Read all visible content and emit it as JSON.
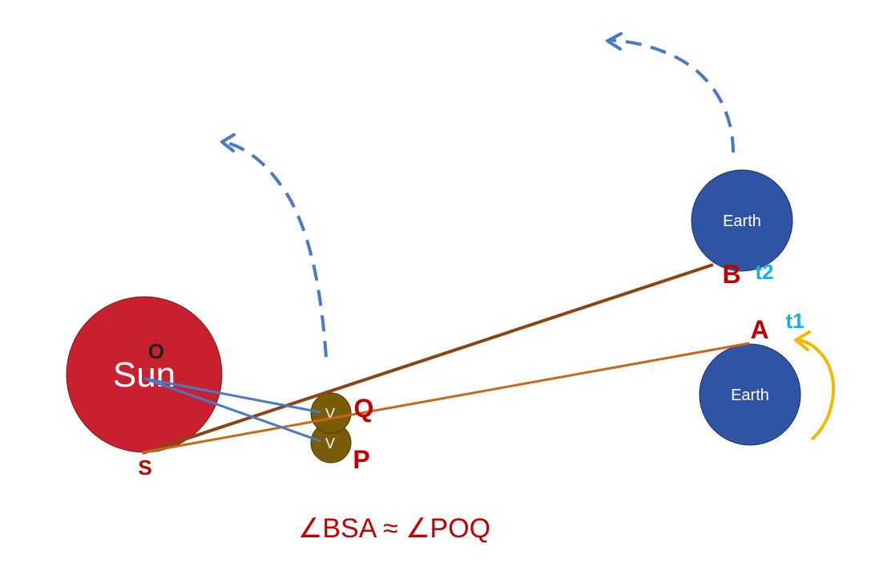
{
  "colors": {
    "sun_fill": "#c8202f",
    "earth_fill": "#2e54a3",
    "venus_fill": "#7a5c08",
    "orbit_arrow": "#4a78c8",
    "line_sb": "#8b4513",
    "line_sa": "#c8661a",
    "sight_lines": "#4a78c8",
    "earth_rotation_arrow": "#f5b800",
    "point_labels": "#c00000",
    "time_labels": "#10b0e8"
  },
  "sun": {
    "label": "Sun",
    "center_label": "O",
    "edge_point_label": "S"
  },
  "venus": {
    "upper": {
      "label": "V",
      "point_label": "Q"
    },
    "lower": {
      "label": "V",
      "point_label": "P"
    }
  },
  "earth": {
    "position_t1": {
      "label": "Earth",
      "point_label": "A",
      "time_label": "t1"
    },
    "position_t2": {
      "label": "Earth",
      "point_label": "B",
      "time_label": "t2"
    }
  },
  "icons": {
    "orbit_arrows": "dashed-curved-arrow",
    "rotation_arrow": "curved-arrow"
  },
  "caption": "∠BSA ≈ ∠POQ"
}
